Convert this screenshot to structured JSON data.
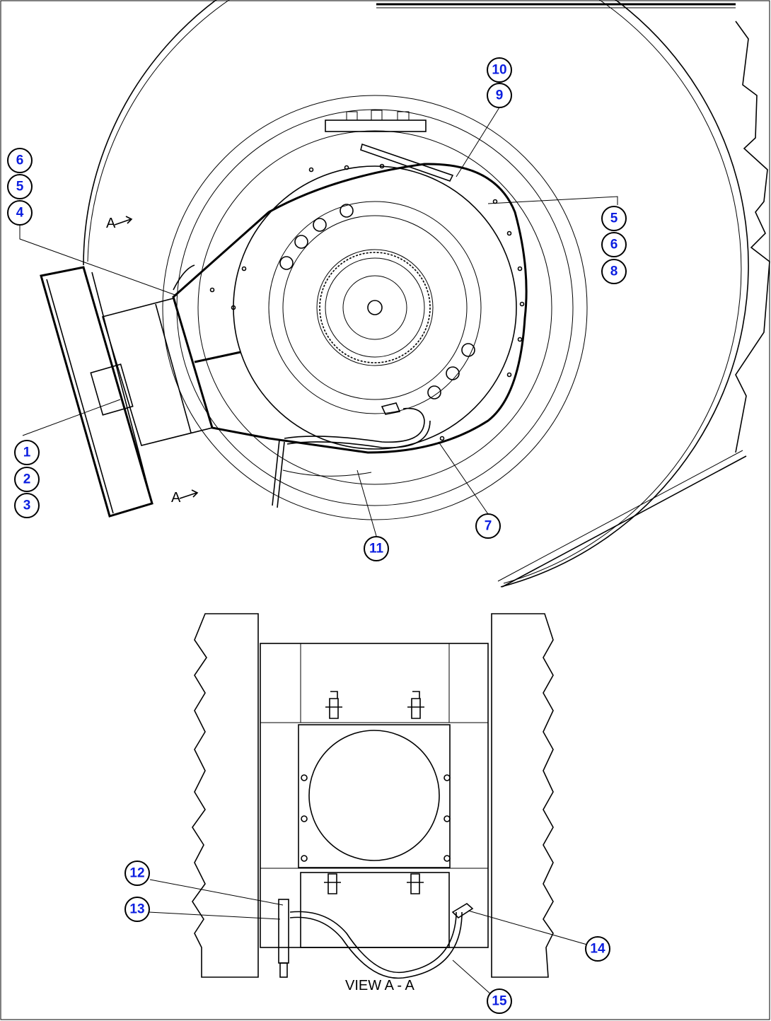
{
  "callouts": {
    "c1": "1",
    "c2": "2",
    "c3": "3",
    "c4": "4",
    "c5a": "5",
    "c6a": "6",
    "c5b": "5",
    "c6b": "6",
    "c8": "8",
    "c7": "7",
    "c9": "9",
    "c10": "10",
    "c11": "11",
    "c12": "12",
    "c13": "13",
    "c14": "14",
    "c15": "15"
  },
  "section_markers": {
    "a_upper": "A",
    "a_lower": "A"
  },
  "view_caption": "VIEW A - A",
  "colors": {
    "callout_text": "#0b1ee0",
    "line": "#000000",
    "background": "#ffffff"
  }
}
